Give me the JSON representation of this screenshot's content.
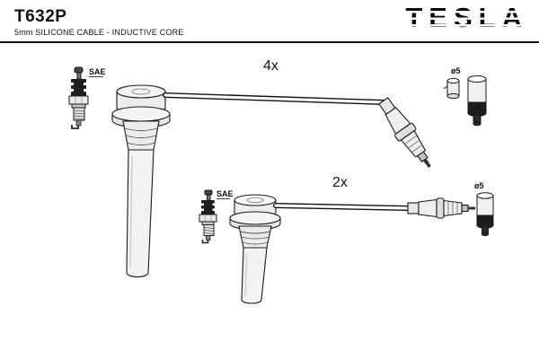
{
  "header": {
    "part_number": "T632P",
    "subtitle": "5mm SILICONE CABLE - INDUCTIVE CORE",
    "brand": "TESLA"
  },
  "diagram": {
    "top_assembly": {
      "quantity_label": "4x",
      "plug_label": "SAE",
      "terminal_diameter_label": "ø5"
    },
    "bottom_assembly": {
      "quantity_label": "2x",
      "plug_label": "SAE",
      "terminal_diameter_label": "ø5"
    }
  },
  "colors": {
    "ink": "#1a1a1a",
    "background": "#ffffff",
    "dark_fill": "#1d1d1d",
    "light_fill": "#efefef"
  }
}
